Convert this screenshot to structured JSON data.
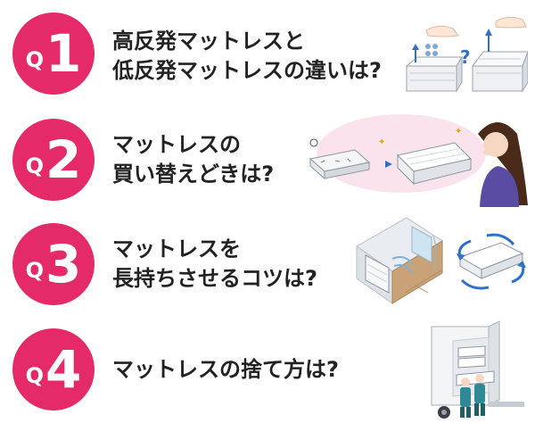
{
  "colors": {
    "accent": "#e52a6a",
    "text": "#222222",
    "arrow": "#2f6fc4"
  },
  "items": [
    {
      "q": "Q",
      "num": "1",
      "lines": [
        "高反発マットレスと",
        "低反発マットレスの違いは?"
      ],
      "illustration": "rebound-comparison-illustration",
      "mark": "?"
    },
    {
      "q": "Q",
      "num": "2",
      "lines": [
        "マットレスの",
        "買い替えどきは?"
      ],
      "illustration": "worn-vs-new-mattress-illustration"
    },
    {
      "q": "Q",
      "num": "3",
      "lines": [
        "マットレスを",
        "長持ちさせるコツは?"
      ],
      "illustration": "ventilate-and-rotate-illustration"
    },
    {
      "q": "Q",
      "num": "4",
      "lines": [
        "マットレスの捨て方は?"
      ],
      "illustration": "disposal-truck-illustration"
    }
  ]
}
